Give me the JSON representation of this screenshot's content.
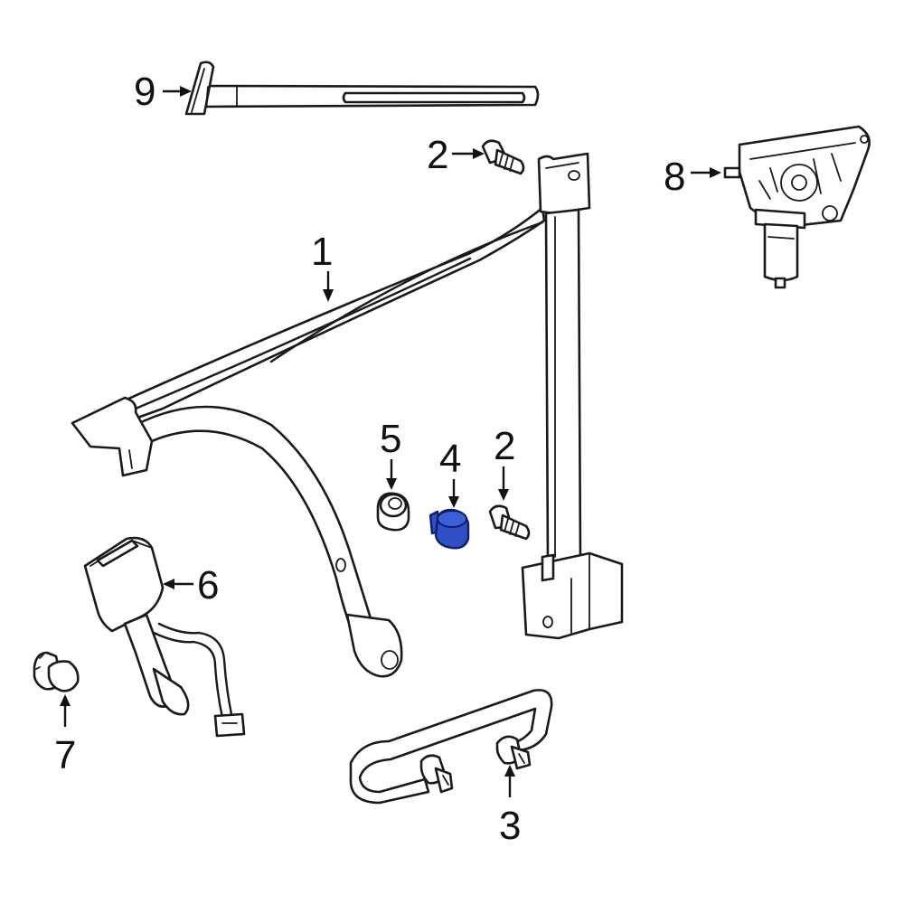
{
  "colors": {
    "line": "#1a1a1a",
    "highlight": "#2f4fc4",
    "highlight_stroke": "#0f1f6e",
    "background": "#ffffff"
  },
  "callouts": {
    "c1": "1",
    "c2_top": "2",
    "c2_mid": "2",
    "c3": "3",
    "c4": "4",
    "c5": "5",
    "c6": "6",
    "c7": "7",
    "c8": "8",
    "c9": "9"
  },
  "highlighted_part": "4"
}
